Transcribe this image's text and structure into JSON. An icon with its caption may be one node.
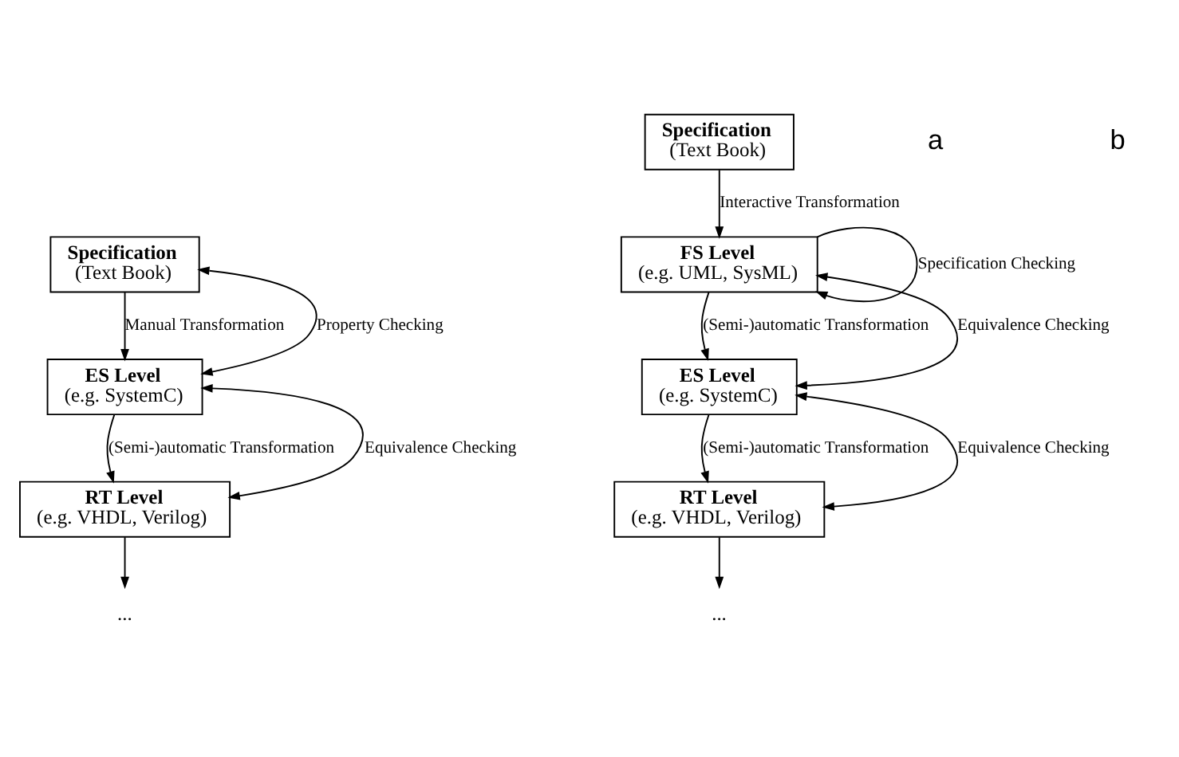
{
  "diagram": {
    "nodes": [
      {
        "text": [
          "Specification",
          "(Text Book)"
        ]
      },
      {
        "text": [
          "ES Level",
          "(e.g. SystemC)"
        ]
      },
      {
        "text": [
          "RT Level",
          "(e.g. VHDL, Verilog)"
        ]
      },
      {
        "text": [
          "..."
        ]
      },
      {
        "text": [
          "Specification",
          "(Text Book)"
        ]
      },
      {
        "text": [
          "FS Level",
          "(e.g. UML, SysML)"
        ]
      },
      {
        "text": [
          "ES Level",
          "(e.g. SystemC)"
        ]
      },
      {
        "text": [
          "RT Level",
          "(e.g. VHDL, Verilog)"
        ]
      },
      {
        "text": [
          "..."
        ]
      }
    ],
    "edges": [
      {
        "from": 0,
        "to": 1,
        "arrow": "to",
        "label": "Manual Transformation"
      },
      {
        "from": 1,
        "to": 2,
        "arrow": "to",
        "label": "(Semi-)automatic Transformation"
      },
      {
        "from": 2,
        "to": 3,
        "arrow": "to"
      },
      {
        "from": 1,
        "to": 0,
        "arrow": "both",
        "label": "Property Checking"
      },
      {
        "from": 2,
        "to": 1,
        "arrow": "both",
        "label": "Equivalence Checking"
      },
      {
        "from": 4,
        "to": 5,
        "arrow": "to",
        "label": "Interactive Transformation"
      },
      {
        "from": 5,
        "to": 5,
        "arrow": "to",
        "label": "Specification Checking"
      },
      {
        "from": 5,
        "to": 6,
        "arrow": "to",
        "label": "(Semi-)automatic Transformation"
      },
      {
        "from": 6,
        "to": 7,
        "arrow": "to",
        "label": "(Semi-)automatic Transformation"
      },
      {
        "from": 7,
        "to": 8,
        "arrow": "to"
      },
      {
        "from": 6,
        "to": 5,
        "arrow": "both",
        "label": "Equivalence Checking"
      },
      {
        "from": 7,
        "to": 6,
        "arrow": "both",
        "label": "Equivalence Checking"
      }
    ],
    "labels": [
      "a",
      "b"
    ]
  }
}
